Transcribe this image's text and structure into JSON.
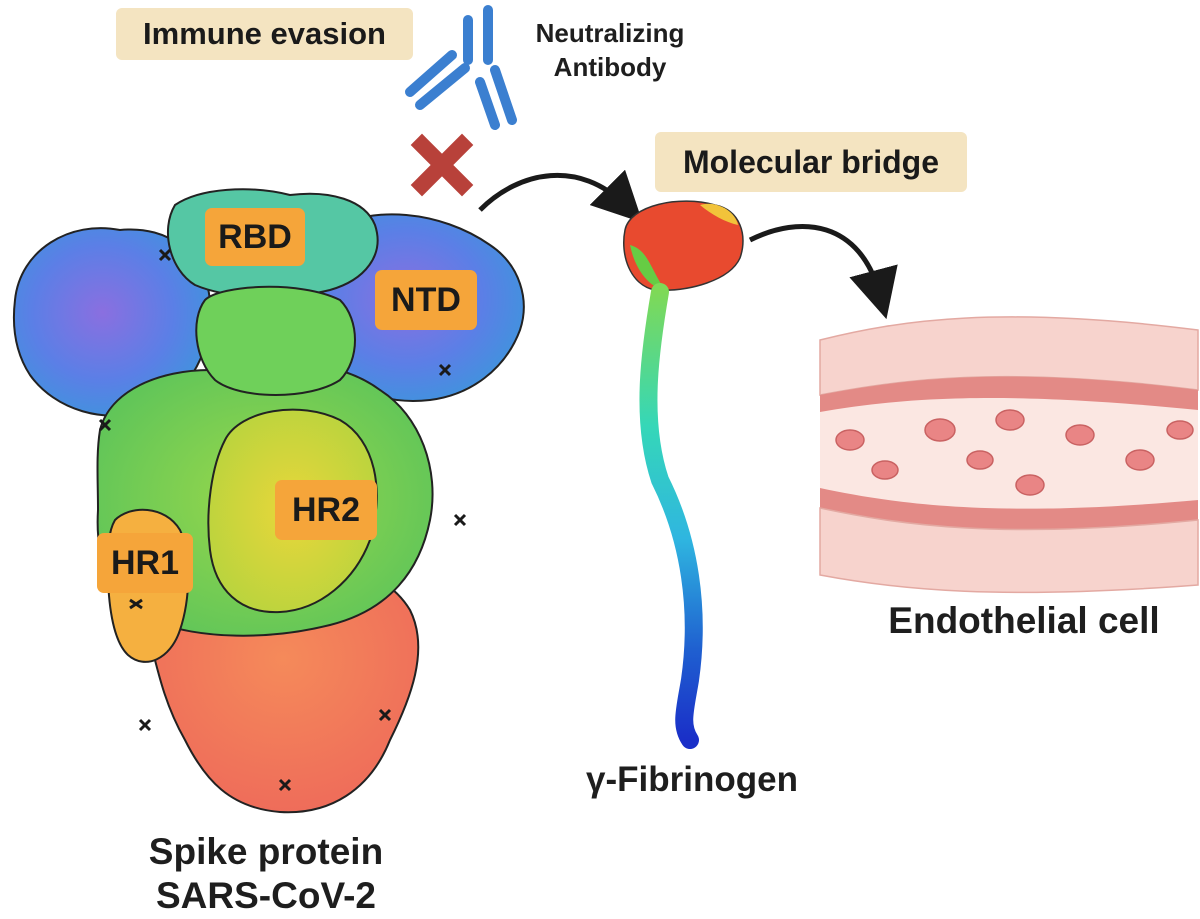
{
  "labels": {
    "immune_evasion": "Immune evasion",
    "neutralizing_antibody_line1": "Neutralizing",
    "neutralizing_antibody_line2": "Antibody",
    "molecular_bridge": "Molecular bridge",
    "rbd": "RBD",
    "ntd": "NTD",
    "hr1": "HR1",
    "hr2": "HR2",
    "fibrinogen": "γ-Fibrinogen",
    "endothelial_cell": "Endothelial cell",
    "spike_line1": "Spike protein",
    "spike_line2": "SARS-CoV-2"
  },
  "colors": {
    "beige_pill": "#f4e4c1",
    "orange_tag": "#f5a53a",
    "antibody_blue": "#3b7fd0",
    "block_cross": "#b8413a",
    "arrow": "#1a1a1a",
    "vessel_wall": "#f2c4bd",
    "vessel_lumen": "#fbe7e2",
    "red_blood_cell": "#e98585"
  },
  "icons": [
    "antibody-icon",
    "block-cross-icon",
    "curved-arrow-icon"
  ]
}
